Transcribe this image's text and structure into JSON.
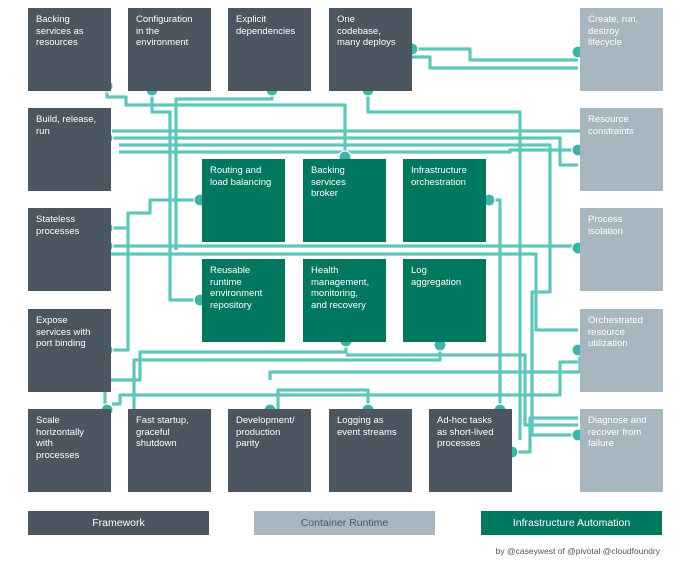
{
  "colors": {
    "framework": "#4b5660",
    "container_runtime": "#a8b6c0",
    "infrastructure_automation": "#00775f",
    "connector": "#5fc6bb",
    "connector_dot": "#3fb3a5"
  },
  "boxes": {
    "backing_services": "Backing\nservices as\nresources",
    "configuration": "Configuration\nin the\nenvironment",
    "explicit_dependencies": "Explicit\ndependencies",
    "one_codebase": "One\ncodebase,\nmany deploys",
    "build_release_run": "Build, release,\nrun",
    "stateless_processes": "Stateless\nprocesses",
    "port_binding": "Expose\nservices with\nport binding",
    "scale_horizontally": "Scale\nhorizontally\nwith\nprocesses",
    "fast_startup": "Fast startup,\ngraceful\nshutdown",
    "dev_prod_parity": "Development/\nproduction\nparity",
    "logging_event_streams": "Logging as\nevent streams",
    "adhoc_tasks": "Ad-hoc tasks\nas short-lived\nprocesses",
    "lifecycle": "Create, run,\ndestroy\nlifecycle",
    "resource_constraints": "Resource\nconstraints",
    "process_isolation": "Process\nisolation",
    "orchestrated_utilization": "Orchestrated\nresource\nutilization",
    "diagnose_recover": "Diagnose and\nrecover from\nfailure",
    "routing_lb": "Routing and\nload balancing",
    "backing_broker": "Backing\nservices\nbroker",
    "infra_orchestration": "Infrastructure\norchestration",
    "reusable_runtime": "Reusable\nruntime\nenvironment\nrepository",
    "health_management": "Health\nmanagement,\nmonitoring,\nand recovery",
    "log_aggregation": "Log\naggregation"
  },
  "legend": {
    "framework": "Framework",
    "container_runtime": "Container Runtime",
    "infrastructure_automation": "Infrastructure Automation"
  },
  "credit": "by @caseywest of @pivotal @cloudfoundry"
}
